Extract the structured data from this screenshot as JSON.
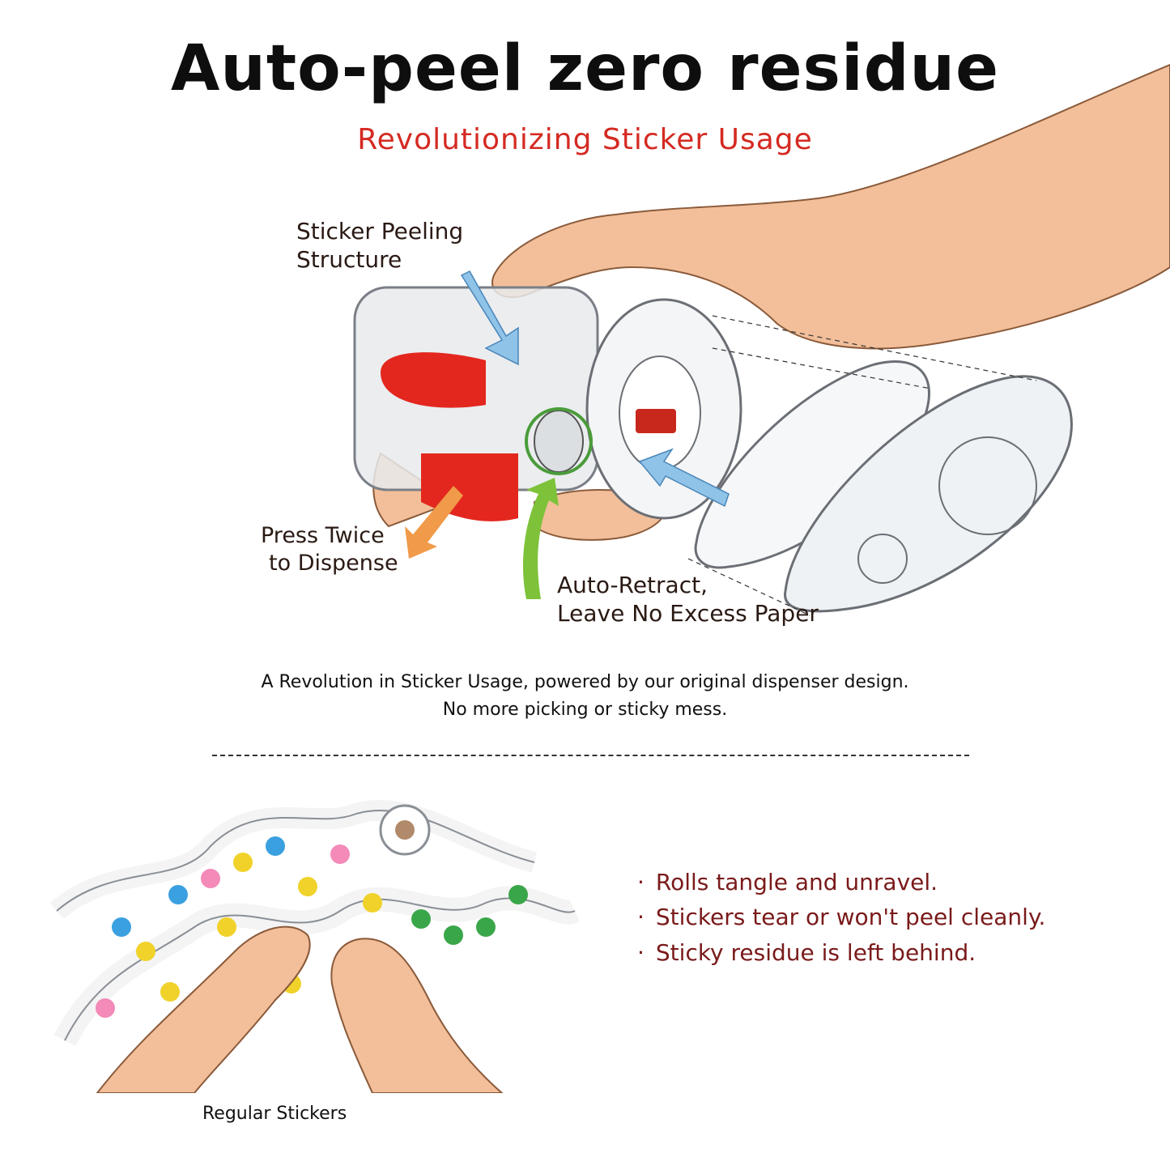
{
  "header": {
    "title": "Auto-peel zero residue",
    "subtitle": "Revolutionizing Sticker Usage"
  },
  "callouts": {
    "peeling": [
      "Sticker Peeling",
      "Structure"
    ],
    "press": [
      "Press Twice",
      "to Dispense"
    ],
    "retract": [
      "Auto-Retract,",
      "Leave No Excess Paper"
    ]
  },
  "description": {
    "line1": "A Revolution in Sticker Usage, powered by our original dispenser design.",
    "line2": "No more picking or sticky mess."
  },
  "problems": {
    "items": [
      "Rolls tangle and unravel.",
      "Stickers tear or won't peel cleanly.",
      "Sticky residue is left behind."
    ],
    "caption": "Regular Stickers"
  },
  "colors": {
    "accent_red": "#d42a22",
    "bullet_text": "#7a1a1a",
    "skin": "#f2bf9a",
    "dispenser_red": "#e3271e",
    "arrow_blue": "#8fc3e8",
    "arrow_green": "#7ec23a",
    "arrow_orange": "#f09a4a"
  },
  "icons": [
    "dispenser-illustration",
    "hand-illustration",
    "tangled-rolls-illustration",
    "bullet-dot-icon"
  ]
}
